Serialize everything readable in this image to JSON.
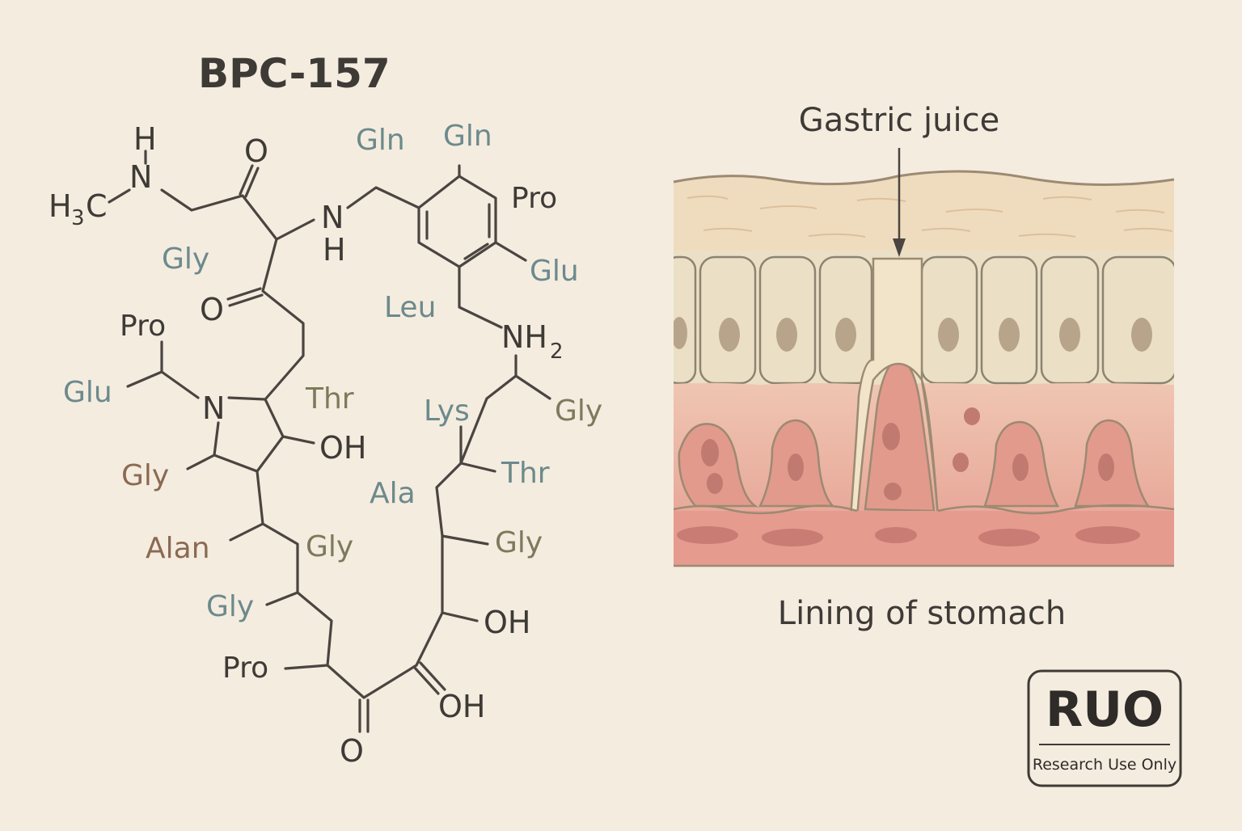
{
  "title": "BPC-157",
  "atoms": {
    "h_top": "H",
    "n_top": "N",
    "h3c": "H",
    "h3c_sub": "3",
    "h3c_c": "C",
    "o_carbonyl1": "O",
    "nh_n": "N",
    "nh_h": "H",
    "o_carbonyl2": "O",
    "ring_n": "N",
    "oh_ring": "OH",
    "nh2": "NH",
    "nh2_sub": "2",
    "oh_lower1": "OH",
    "oh_lower2": "OH",
    "o_bottom": "O"
  },
  "residues": {
    "gln1": "Gln",
    "gln2": "Gln",
    "pro_ring": "Pro",
    "glu_ring": "Glu",
    "gly_left": "Gly",
    "leu": "Leu",
    "pro_left": "Pro",
    "glu_left": "Glu",
    "thr_mid": "Thr",
    "lys": "Lys",
    "gly_right": "Gly",
    "gly_brown": "Gly",
    "thr_right": "Thr",
    "ala": "Ala",
    "alan": "Alan",
    "gly_mid": "Gly",
    "gly_right2": "Gly",
    "gly_lower": "Gly",
    "pro_lower": "Pro"
  },
  "gastric_label": "Gastric juice",
  "lining_label": "Lining of stomach",
  "badge": {
    "main": "RUO",
    "sub": "Research Use Only"
  },
  "colors": {
    "background": "#f5ece0",
    "ink": "#3e3a36",
    "residue_teal": "#6c8a8c",
    "residue_olive": "#7c7a5c",
    "residue_brown": "#8a6a52",
    "mucus": "#efdcbf",
    "epithelium": "#ebe0c6",
    "lamina": "#e8a89a"
  }
}
